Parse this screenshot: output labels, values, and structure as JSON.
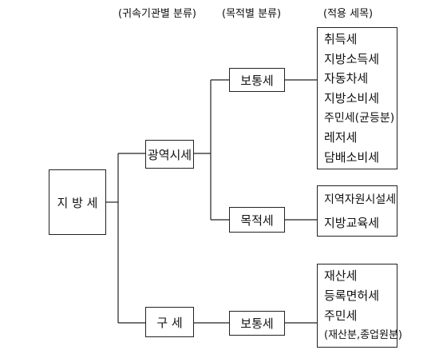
{
  "headers": {
    "col1": "(귀속기관별 분류)",
    "col2": "(목적별 분류)",
    "col3": "(적용 세목)"
  },
  "nodes": {
    "root": "지 방 세",
    "metro": "광역시세",
    "district": "구 세",
    "metro_ordinary": "보통세",
    "metro_purpose": "목적세",
    "district_ordinary": "보통세"
  },
  "lists": {
    "metro_ordinary_items": [
      "취득세",
      "지방소득세",
      "자동차세",
      "지방소비세",
      "주민세(균등분)",
      "레저세",
      "담배소비세"
    ],
    "metro_purpose_items": [
      "지역자원시설세",
      "지방교육세"
    ],
    "district_ordinary_items": [
      "재산세",
      "등록면허세",
      "주민세",
      "(재산분,종업원분)"
    ]
  }
}
